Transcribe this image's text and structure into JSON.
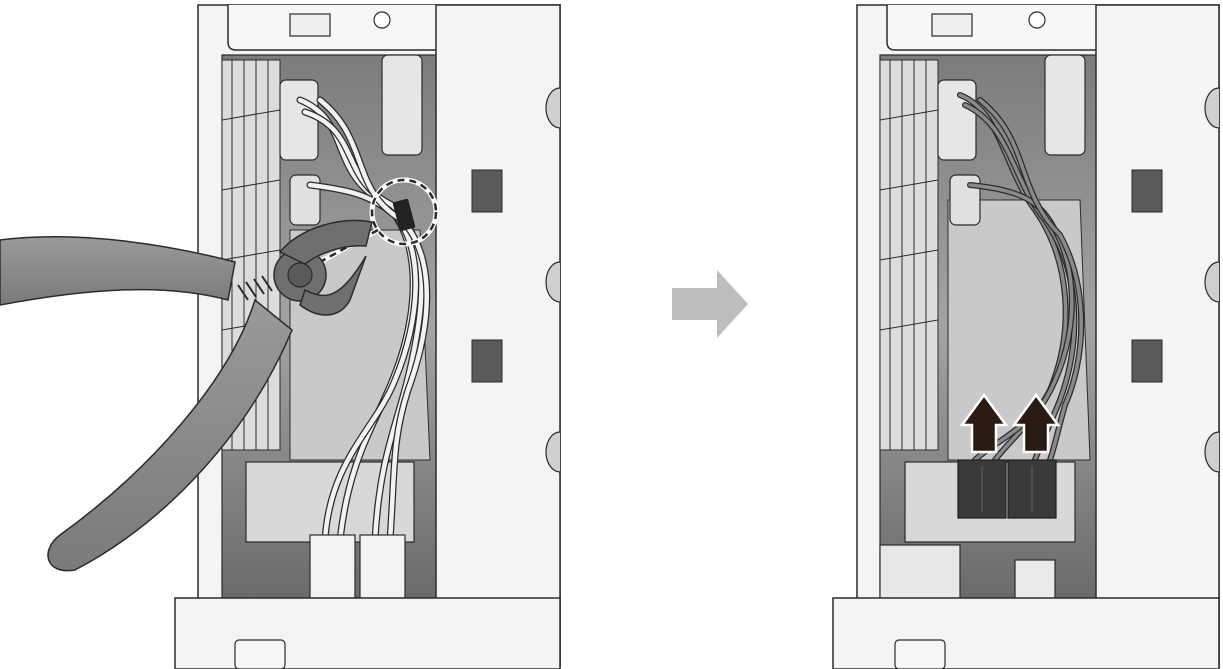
{
  "figure": {
    "panels": [
      {
        "id": "before",
        "step": "cut-cable-tie",
        "tool": "side-cutter-pliers",
        "highlight": "cable-tie-callout-circle"
      },
      {
        "id": "after",
        "step": "disconnect-connectors",
        "indicators": [
          "up-arrow",
          "up-arrow"
        ]
      }
    ],
    "transition": "right-arrow"
  },
  "colors": {
    "background": "#ffffff",
    "chassis": "#f4f4f4",
    "chassis_dark": "#d9d9d9",
    "cavity": "#8f8f8f",
    "cavity_dark": "#5f5f5f",
    "line": "#2b2b2b",
    "wire_light": "#f2f2f2",
    "wire_dark": "#8a8a8a",
    "plier_handle": "#8d8d8d",
    "plier_head": "#6f6f6f",
    "connector": "#3a3a3a",
    "arrow_gray": "#bdbdbd",
    "arrow_dark": "#2a1a14"
  }
}
